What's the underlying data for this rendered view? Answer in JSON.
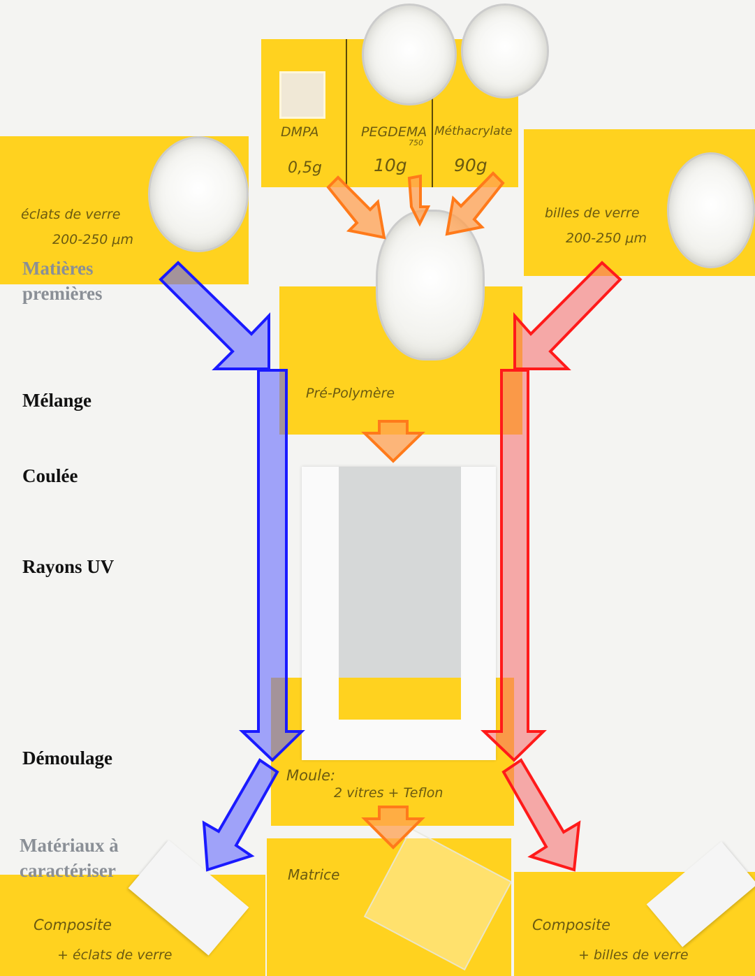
{
  "steps": {
    "raw_materials": [
      "Matières",
      "premières"
    ],
    "mixing": "Mélange",
    "casting": "Coulée",
    "uv": "Rayons UV",
    "demolding": "Démoulage",
    "materials": [
      "Matériaux à",
      "caractériser"
    ]
  },
  "cards": {
    "shards": [
      "éclats de verre",
      "200-250 μm"
    ],
    "beads": [
      "billes de verre",
      "200-250 μm"
    ],
    "dmpa": [
      "DMPA",
      "0,5g"
    ],
    "pegdema": [
      "PEGDEMA",
      "750",
      "10g"
    ],
    "methacrylate": [
      "Méthacrylate",
      "90g"
    ],
    "prepolymer": "Pré-Polymère",
    "mold": [
      "Moule:",
      "2 vitres + Teflon"
    ],
    "matrix": "Matrice",
    "composite_shards": [
      "Composite",
      "+ éclats de verre"
    ],
    "composite_beads": [
      "Composite",
      "+ billes de verre"
    ]
  },
  "colors": {
    "card_yellow": "#ffd21f",
    "blue_path": "#1a1aff",
    "red_path": "#ff1a1a",
    "orange_arrow": "#ff7a1a"
  }
}
